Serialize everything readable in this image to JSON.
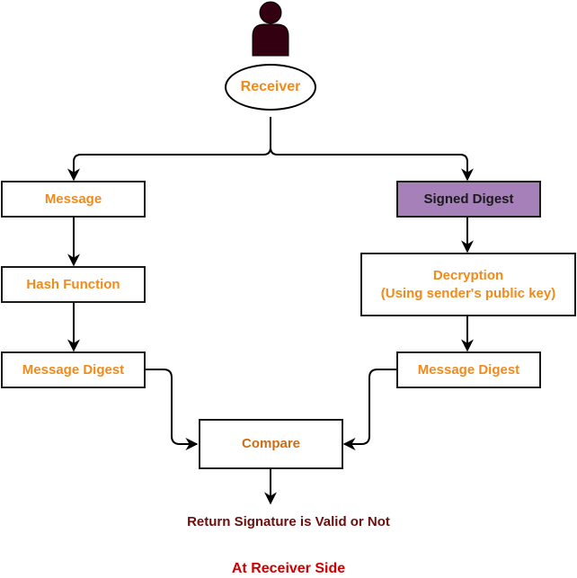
{
  "actor": {
    "icon": "person-icon",
    "label": "Receiver",
    "color": "#330011"
  },
  "left_branch": {
    "message": "Message",
    "hash_function": "Hash Function",
    "message_digest": "Message Digest"
  },
  "right_branch": {
    "signed_digest": "Signed Digest",
    "decryption_line1": "Decryption",
    "decryption_line2": "(Using sender's public key)",
    "message_digest": "Message Digest"
  },
  "compare": "Compare",
  "result": "Return Signature is Valid or Not",
  "caption": "At Receiver Side",
  "colors": {
    "node_text": "#f08a1a",
    "signed_digest_fill": "#a680b8",
    "result_text": "#6b0e0e",
    "caption_text": "#cc0000"
  }
}
